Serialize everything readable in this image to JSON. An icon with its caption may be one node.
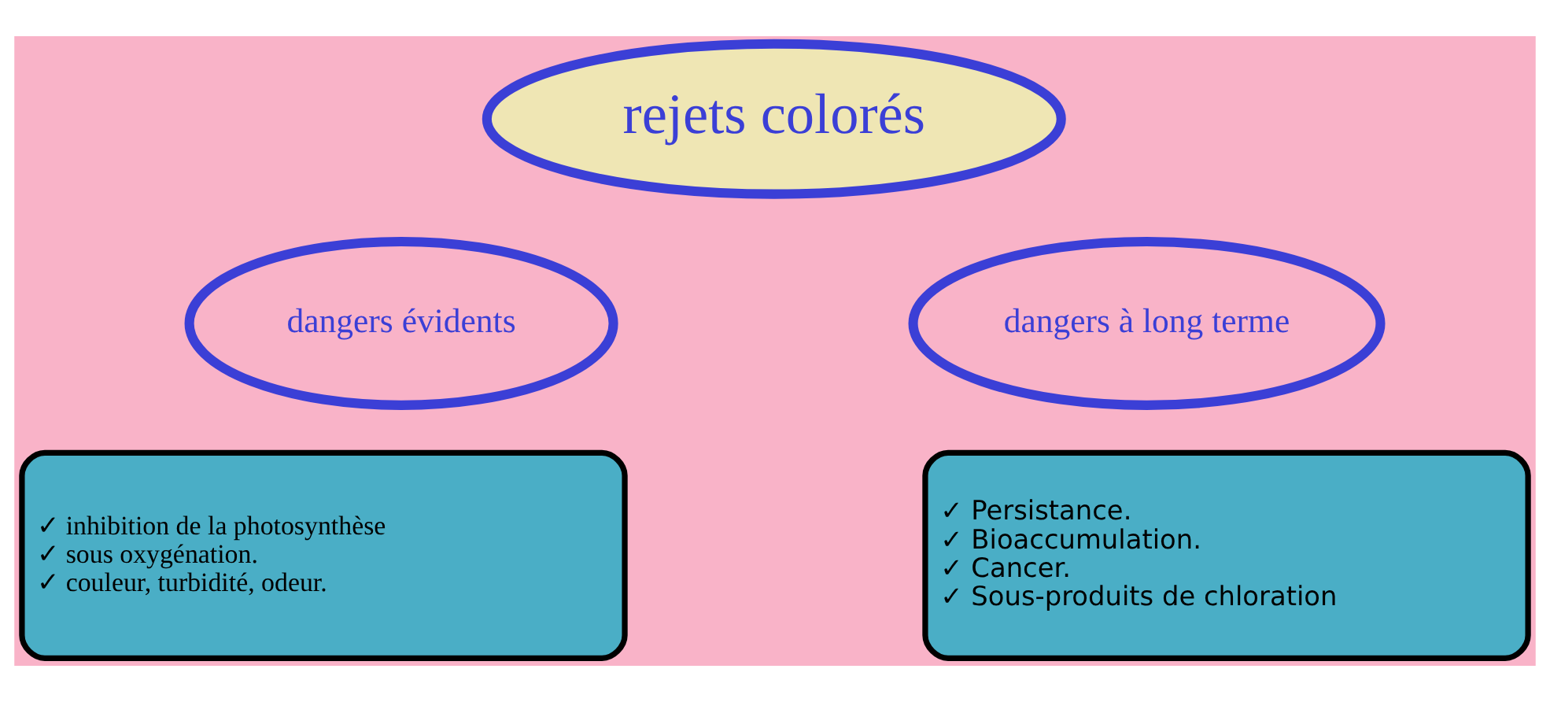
{
  "diagram": {
    "nodes": [
      {
        "text": [
          "rejets colorés"
        ]
      },
      {
        "text": [
          "dangers évidents"
        ]
      },
      {
        "text": [
          "dangers à long terme"
        ]
      },
      {
        "text": [
          "✓ inhibition de la photosynthèse",
          "✓ sous oxygénation.",
          "✓ couleur, turbidité, odeur."
        ]
      },
      {
        "text": [
          "✓ Persistance.",
          "✓ Bioaccumulation.",
          "✓ Cancer.",
          "✓ Sous-produits de chloration"
        ]
      }
    ],
    "edges": []
  }
}
